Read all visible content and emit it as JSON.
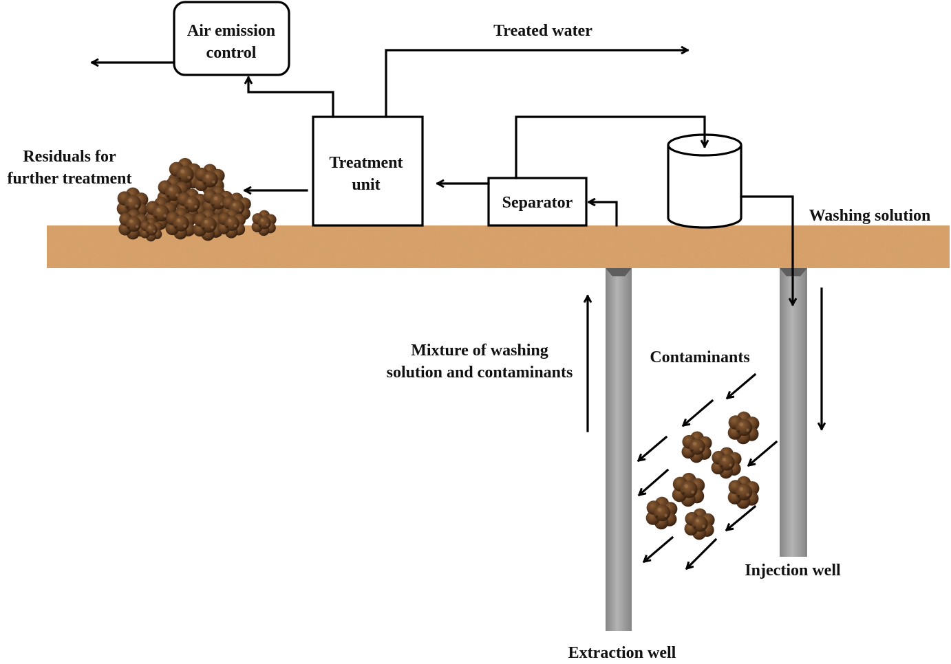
{
  "labels": {
    "air_emission_control": [
      "Air emission",
      "control"
    ],
    "treated_water": "Treated water",
    "residuals": [
      "Residuals for",
      "further treatment"
    ],
    "treatment_unit": [
      "Treatment",
      "unit"
    ],
    "separator": "Separator",
    "washing_solution": "Washing solution",
    "mixture": [
      "Mixture of washing",
      "solution and contaminants"
    ],
    "contaminants": "Contaminants",
    "injection_well": "Injection well",
    "extraction_well": "Extraction well"
  },
  "colors": {
    "ground": "#d9a16a",
    "ground_speckle": "#b9773f",
    "well": "#858585",
    "well_highlight": "#b4b4b4",
    "contaminant": "#5c3a1f",
    "contaminant_dark": "#2e1a0c",
    "contaminant_light": "#8b5e35"
  },
  "icons": {
    "contaminant": "contaminant-cluster-icon",
    "tank": "washing-solution-tank-icon"
  }
}
